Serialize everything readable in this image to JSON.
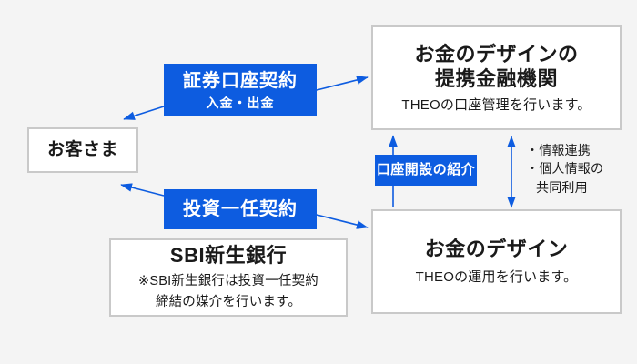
{
  "diagram": {
    "background_color": "#f4f4f4",
    "accent_color": "#0d5ce0",
    "box_border_color": "#c9c9c9"
  },
  "boxes": {
    "customer": {
      "title": "お客さま"
    },
    "partner_institution": {
      "title_line1": "お金のデザインの",
      "title_line2": "提携金融機関",
      "subtitle": "THEOの口座管理を行います。"
    },
    "odd": {
      "title": "お金のデザイン",
      "subtitle": "THEOの運用を行います。"
    },
    "sbi": {
      "title": "SBI新生銀行",
      "note_line1": "※SBI新生銀行は投資一任契約",
      "note_line2": "締結の媒介を行います。"
    }
  },
  "labels": {
    "securities_account": {
      "line1": "証券口座契約",
      "line2": "入金・出金"
    },
    "discretionary_contract": {
      "line1": "投資一任契約"
    },
    "account_opening_intro": {
      "line1": "口座開設の紹介"
    }
  },
  "notes": {
    "sharing": {
      "line1": "・情報連携",
      "line2": "・個人情報の",
      "line3": "共同利用"
    }
  }
}
